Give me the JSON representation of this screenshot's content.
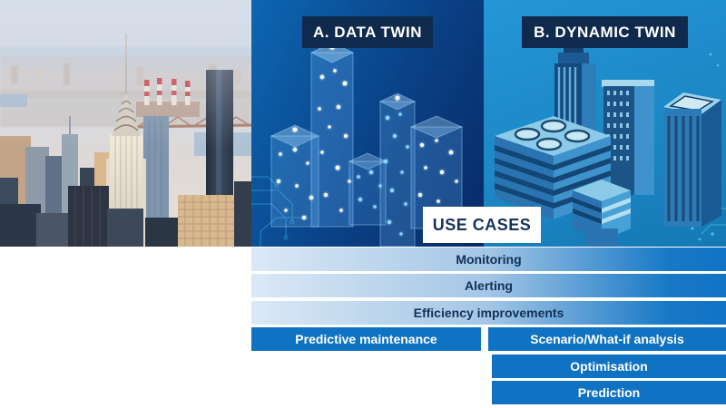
{
  "photo": {
    "description": "Hazy aerial photo of the Midtown Manhattan skyline featuring the Chrysler Building, red-and-white striped power plant smokestacks, the Queensboro Bridge and a dark glass tower"
  },
  "panels": {
    "data_twin": {
      "label": "A. DATA TWIN",
      "illustration": "translucent digital buildings made of glowing data points on a dark blue circuit background"
    },
    "dynamic_twin": {
      "label": "B. DYNAMIC TWIN",
      "illustration": "isometric 3D city buildings on an azure circuit background"
    }
  },
  "use_cases": {
    "title": "USE CASES",
    "rows": [
      {
        "label": "Monitoring",
        "columns": "both",
        "variant": "gradient"
      },
      {
        "label": "Alerting",
        "columns": "both",
        "variant": "gradient"
      },
      {
        "label": "Efficiency improvements",
        "columns": "both",
        "variant": "gradient"
      },
      {
        "left_label": "Predictive maintenance",
        "right_label": "Scenario/What-if analysis",
        "columns": "split",
        "variant": "solid"
      },
      {
        "right_label": "Optimisation",
        "columns": "right",
        "variant": "solid"
      },
      {
        "right_label": "Prediction",
        "columns": "right",
        "variant": "solid"
      }
    ]
  },
  "colors": {
    "page_bg": "#ffffff",
    "label_box_bg": "#0f2a4c",
    "use_cases_bg": "#ffffff",
    "use_cases_text": "#15335e",
    "bar_gradient_start": "#dbe8f6",
    "bar_gradient_mid": "#a3c6e5",
    "bar_gradient_end": "#1173c4",
    "bar_solid": "#0f72c3",
    "bar_text_dark": "#13305a",
    "bar_text_light": "#ffffff",
    "panel_a_start": "#0d66b2",
    "panel_a_end": "#082a66",
    "panel_b_start": "#2496d6",
    "panel_b_end": "#1478b4"
  }
}
